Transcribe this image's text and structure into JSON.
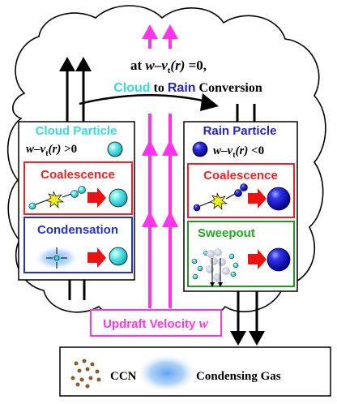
{
  "header": {
    "at": "at ",
    "w": "w",
    "minus": "–",
    "v": "v",
    "v_sub": "t",
    "r": "(r)",
    "eq": " =0,",
    "cloud": "Cloud",
    "to": " to ",
    "rain": "Rain",
    "conversion": " Conversion"
  },
  "cloud_box": {
    "title": "Cloud Particle",
    "cond_w": "w",
    "cond_minus": "–",
    "cond_v": "v",
    "cond_sub": "t",
    "cond_r": "(r)",
    "cond_rel": " >0",
    "coalescence": "Coalescence",
    "condensation": "Condensation"
  },
  "rain_box": {
    "title": "Rain Particle",
    "cond_w": "w",
    "cond_minus": "–",
    "cond_v": "v",
    "cond_sub": "t",
    "cond_r": "(r)",
    "cond_rel": " <0",
    "coalescence": "Coalescence",
    "sweepout": "Sweepout"
  },
  "updraft": {
    "label": "Updraft Velocity ",
    "symbol": "w"
  },
  "ground": {
    "ccn": "CCN",
    "gas": "Condensing Gas"
  },
  "colors": {
    "cloud_text": "#33dddd",
    "rain_text": "#2222cc",
    "cloud_particle": "#33dddd",
    "rain_particle": "#1111cc",
    "coalescence_border": "#ee2222",
    "condensation_border": "#2233cc",
    "sweepout_border": "#229922",
    "sweepout_text": "#22aa22",
    "updraft": "#ff33ee",
    "transition_arrow": "#ee1111",
    "spark": "#eeee22",
    "ccn": "#8b5a2b",
    "gas": "#66aaee"
  }
}
